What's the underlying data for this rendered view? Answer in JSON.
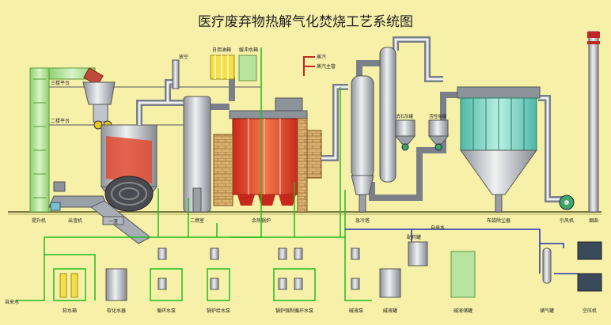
{
  "title": "医疗废弃物热解气化焚烧工艺系统图",
  "labels": {
    "platform_3": "三楼平台",
    "platform_2": "二楼平台",
    "lift": "提升机",
    "ash_conveyor": "出渣机",
    "ash_bin": "一渣",
    "vent": "放空",
    "fuel_oil_tank": "日用油箱",
    "buffer_tank": "缓冲水箱",
    "secondary_chamber": "二燃室",
    "waste_heat_boiler": "余热锅炉",
    "steam": "蒸汽",
    "steam_header": "蒸汽主管",
    "quench_tower": "急冷塔",
    "lime_bin": "消石灰罐",
    "carbon_bin": "活性炭罐",
    "baghouse": "布袋除尘器",
    "id_fan": "引风机",
    "chimney": "烟囱",
    "water_in": "自来水",
    "water_tank": "软水箱",
    "softener": "软化水器",
    "circ_pump": "循环水泵",
    "feed_pump": "锅炉给水泵",
    "boiler_circ_pump": "锅炉强制循环水泵",
    "alkali_pump": "碱液泵",
    "alkali_tank": "碱液罐",
    "mix_tank": "配药罐",
    "alkali_storage": "碱液储罐",
    "air_tank": "储气罐",
    "compressor": "空压机",
    "tap_water": "自来水"
  },
  "colors": {
    "background": "#f6f0a8",
    "pipe_green": "#22bb22",
    "pipe_blue": "#2233aa",
    "pipe_steel": "#8a8f99",
    "furnace_red": "#e84a2a",
    "lift_green": "#b6e3a0",
    "baghouse_cyan": "#7fd6c2",
    "tank_yellow": "#f4e14a"
  }
}
